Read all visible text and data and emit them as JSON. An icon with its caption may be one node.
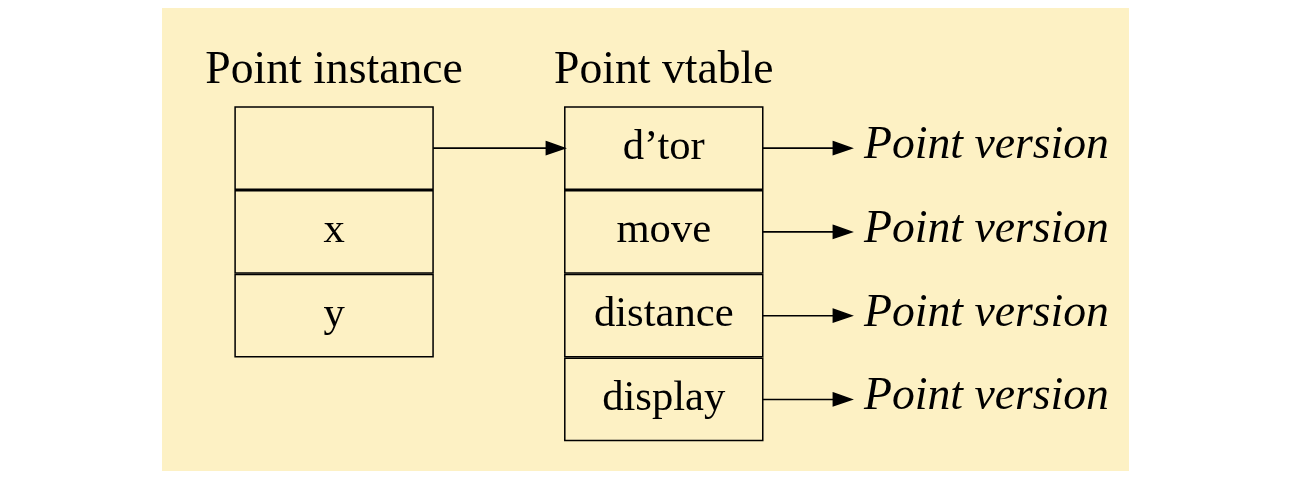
{
  "diagram": {
    "nodes": [
      {
        "text": [],
        "shape": "box"
      },
      {
        "text": [
          "x"
        ]
      },
      {
        "text": [
          "y"
        ]
      },
      {
        "text": [
          "d’tor"
        ]
      },
      {
        "text": [
          "move"
        ]
      },
      {
        "text": [
          "distance"
        ]
      },
      {
        "text": [
          "display"
        ]
      },
      {
        "text": [
          "Point version"
        ]
      },
      {
        "text": [
          "Point version"
        ]
      },
      {
        "text": [
          "Point version"
        ]
      },
      {
        "text": [
          "Point version"
        ]
      }
    ],
    "edges": [
      {
        "from": 0,
        "to": 3,
        "arrow": "to"
      },
      {
        "from": 3,
        "to": 7,
        "arrow": "to"
      },
      {
        "from": 4,
        "to": 8,
        "arrow": "to"
      },
      {
        "from": 5,
        "to": 9,
        "arrow": "to"
      },
      {
        "from": 6,
        "to": 10,
        "arrow": "to"
      }
    ],
    "labels": [
      "Point instance",
      "Point vtable"
    ]
  }
}
